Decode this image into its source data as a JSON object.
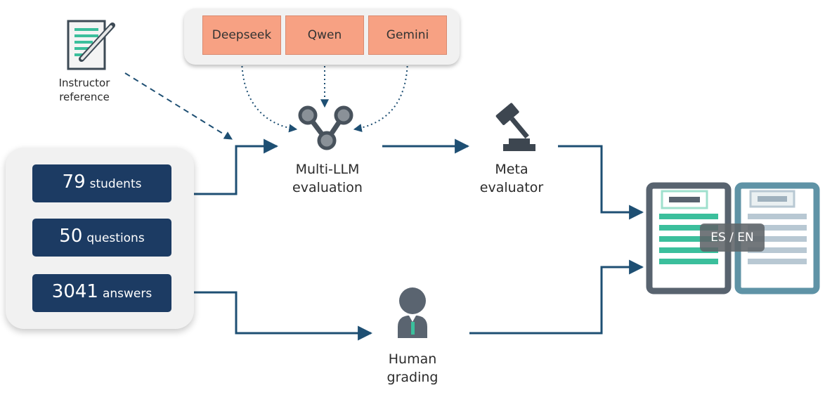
{
  "models": [
    "Deepseek",
    "Qwen",
    "Gemini"
  ],
  "instructor": {
    "line1": "Instructor",
    "line2": "reference"
  },
  "stats": [
    {
      "number": "79",
      "label": "students"
    },
    {
      "number": "50",
      "label": "questions"
    },
    {
      "number": "3041",
      "label": "answers"
    }
  ],
  "multi_llm": {
    "line1": "Multi-LLM",
    "line2": "evaluation"
  },
  "meta": {
    "line1": "Meta",
    "line2": "evaluator"
  },
  "human": {
    "line1": "Human",
    "line2": "grading"
  },
  "output": {
    "language_badge": "ES / EN"
  },
  "colors": {
    "navy": "#1c3b63",
    "arrow": "#1e4f73",
    "model_fill": "#f7a183",
    "teal": "#3bbf9c",
    "clipboard_dark": "#58636f",
    "clipboard_light": "#5f93a6"
  }
}
